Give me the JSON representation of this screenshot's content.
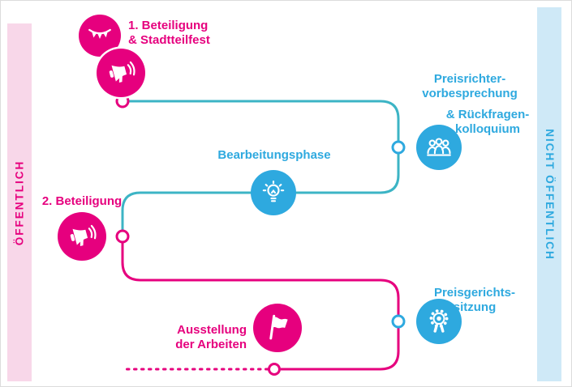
{
  "colors": {
    "pink": "#e6007e",
    "blue": "#2ea9df",
    "teal": "#3cb4c5",
    "pink-light": "#f8d7e9",
    "blue-light": "#cfe9f7"
  },
  "sidebars": {
    "left": {
      "label": "ÖFFENTLICH"
    },
    "right": {
      "label": "NICHT ÖFFENTLICH"
    }
  },
  "steps": {
    "beteiligung1": {
      "line1": "1. Beteiligung",
      "line2": "& Stadtteilfest"
    },
    "preisrichter": {
      "line1": "Preisrichter-",
      "line2": "vorbesprechung",
      "line3": "& Rückfragen-",
      "line4": "kolloquium"
    },
    "bearbeitungsphase": {
      "label": "Bearbeitungsphase"
    },
    "beteiligung2": {
      "label": "2. Beteiligung"
    },
    "preisgericht": {
      "line1": "Preisgerichts-",
      "line2": "sitzung"
    },
    "ausstellung": {
      "line1": "Ausstellung",
      "line2": "der Arbeiten"
    }
  }
}
